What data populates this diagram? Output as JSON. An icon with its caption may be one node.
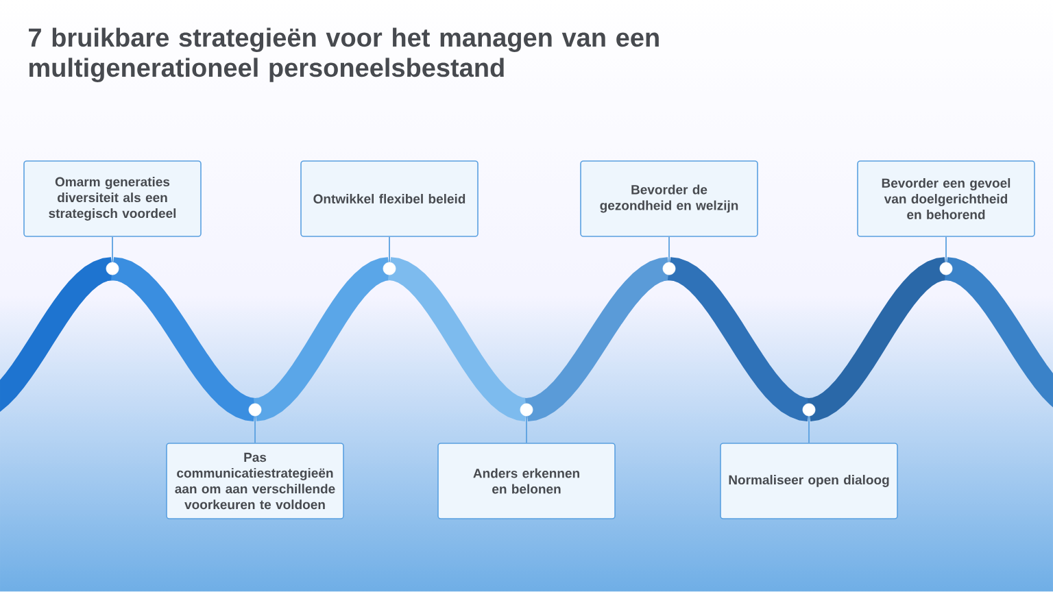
{
  "diagram": {
    "title": "7 bruikbare strategieën voor het managen van een multigenerationeel personeelsbestand",
    "nodes": [
      {
        "text": [
          "Omarm generaties diversiteit als een strategisch voordeel"
        ]
      },
      {
        "text": [
          "Pas communicatiestrategieën aan om aan verschillende voorkeuren te voldoen"
        ]
      },
      {
        "text": [
          "Ontwikkel flexibel beleid"
        ]
      },
      {
        "text": [
          "Anders erkennen en belonen"
        ]
      },
      {
        "text": [
          "Bevorder de gezondheid en welzijn"
        ]
      },
      {
        "text": [
          "Normaliseer open dialoog"
        ]
      },
      {
        "text": [
          "Bevorder een gevoel van doelgerichtheid en behorend"
        ]
      },
      {
        "text": [],
        "shape": "circle"
      },
      {
        "text": [],
        "shape": "circle"
      },
      {
        "text": [],
        "shape": "circle"
      },
      {
        "text": [],
        "shape": "circle"
      },
      {
        "text": [],
        "shape": "circle"
      },
      {
        "text": [],
        "shape": "circle"
      },
      {
        "text": [],
        "shape": "circle"
      }
    ],
    "edges": [
      {
        "from": 0,
        "to": 7,
        "arrow": "none"
      },
      {
        "from": 1,
        "to": 8,
        "arrow": "none"
      },
      {
        "from": 2,
        "to": 9,
        "arrow": "none"
      },
      {
        "from": 3,
        "to": 10,
        "arrow": "none"
      },
      {
        "from": 4,
        "to": 11,
        "arrow": "none"
      },
      {
        "from": 5,
        "to": 12,
        "arrow": "none"
      },
      {
        "from": 6,
        "to": 13,
        "arrow": "none"
      }
    ]
  }
}
